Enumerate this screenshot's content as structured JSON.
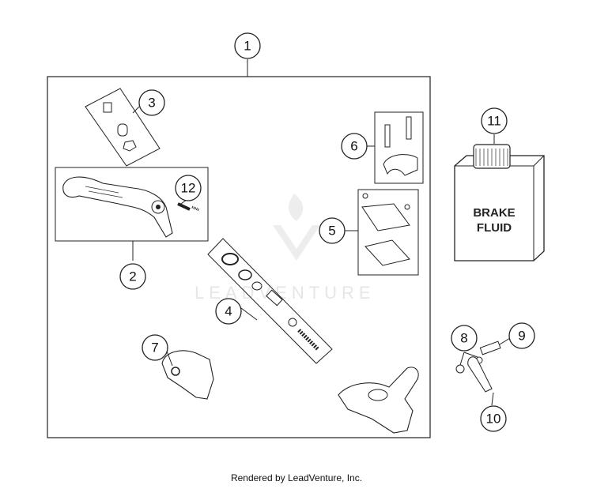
{
  "callouts": [
    "1",
    "2",
    "3",
    "4",
    "5",
    "6",
    "7",
    "8",
    "9",
    "10",
    "11",
    "12"
  ],
  "bottle_label": {
    "line1": "BRAKE",
    "line2": "FLUID"
  },
  "watermark": "LEADVENTURE",
  "footer": "Rendered by LeadVenture, Inc."
}
